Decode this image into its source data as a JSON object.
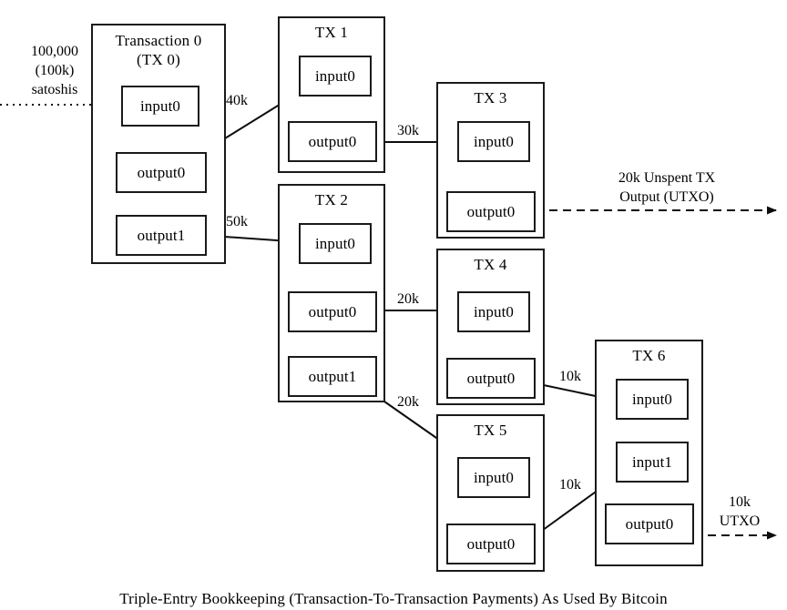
{
  "diagram": {
    "caption": "Triple-Entry Bookkeeping (Transaction-To-Transaction Payments) As Used By Bitcoin",
    "source_note": {
      "line1": "100,000",
      "line2": "(100k)",
      "line3": "satoshis"
    },
    "transactions": [
      {
        "id": "tx0",
        "title_line1": "Transaction 0",
        "title_line2": "(TX 0)",
        "slots": [
          {
            "name": "input0",
            "label": "input0",
            "kind": "input"
          },
          {
            "name": "output0",
            "label": "output0",
            "kind": "output"
          },
          {
            "name": "output1",
            "label": "output1",
            "kind": "output"
          }
        ]
      },
      {
        "id": "tx1",
        "title_line1": "TX 1",
        "title_line2": "",
        "slots": [
          {
            "name": "input0",
            "label": "input0",
            "kind": "input"
          },
          {
            "name": "output0",
            "label": "output0",
            "kind": "output"
          }
        ]
      },
      {
        "id": "tx2",
        "title_line1": "TX 2",
        "title_line2": "",
        "slots": [
          {
            "name": "input0",
            "label": "input0",
            "kind": "input"
          },
          {
            "name": "output0",
            "label": "output0",
            "kind": "output"
          },
          {
            "name": "output1",
            "label": "output1",
            "kind": "output"
          }
        ]
      },
      {
        "id": "tx3",
        "title_line1": "TX 3",
        "title_line2": "",
        "slots": [
          {
            "name": "input0",
            "label": "input0",
            "kind": "input"
          },
          {
            "name": "output0",
            "label": "output0",
            "kind": "output"
          }
        ]
      },
      {
        "id": "tx4",
        "title_line1": "TX 4",
        "title_line2": "",
        "slots": [
          {
            "name": "input0",
            "label": "input0",
            "kind": "input"
          },
          {
            "name": "output0",
            "label": "output0",
            "kind": "output"
          }
        ]
      },
      {
        "id": "tx5",
        "title_line1": "TX 5",
        "title_line2": "",
        "slots": [
          {
            "name": "input0",
            "label": "input0",
            "kind": "input"
          },
          {
            "name": "output0",
            "label": "output0",
            "kind": "output"
          }
        ]
      },
      {
        "id": "tx6",
        "title_line1": "TX 6",
        "title_line2": "",
        "slots": [
          {
            "name": "input0",
            "label": "input0",
            "kind": "input"
          },
          {
            "name": "input1",
            "label": "input1",
            "kind": "input"
          },
          {
            "name": "output0",
            "label": "output0",
            "kind": "output"
          }
        ]
      }
    ],
    "edge_labels": {
      "tx0_out0_to_tx1": "40k",
      "tx0_out1_to_tx2": "50k",
      "tx1_out0_to_tx3": "30k",
      "tx2_out0_to_tx4": "20k",
      "tx2_out1_to_tx5": "20k",
      "tx4_out0_to_tx6": "10k",
      "tx5_out0_to_tx6": "10k"
    },
    "utxo_notes": {
      "tx3_utxo_line1": "20k Unspent TX",
      "tx3_utxo_line2": "Output (UTXO)",
      "tx6_utxo_line1": "10k",
      "tx6_utxo_line2": "UTXO"
    },
    "colors": {
      "stroke": "#1a1a1a",
      "background": "#ffffff",
      "text": "#000000"
    }
  }
}
